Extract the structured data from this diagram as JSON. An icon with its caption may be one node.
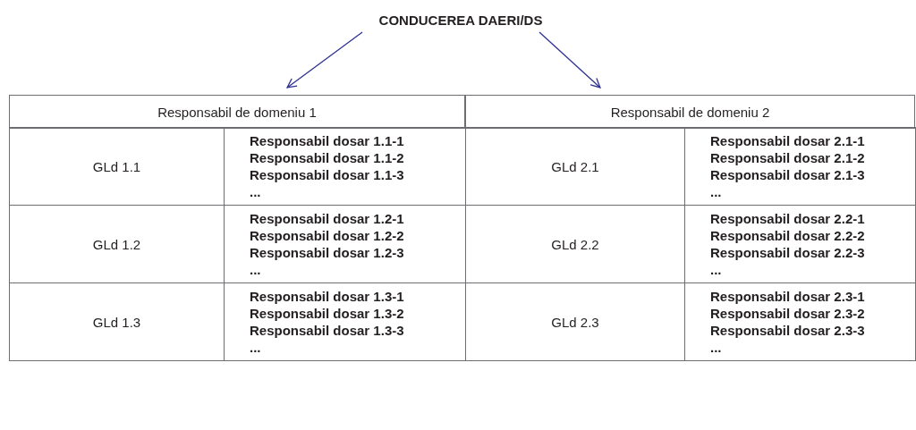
{
  "diagram": {
    "nodes": [
      {
        "text": [
          "CONDUCEREA DAERI/DS"
        ]
      },
      {
        "text": [
          "Responsabil de domeniu 1"
        ]
      },
      {
        "text": [
          "Responsabil de domeniu 2"
        ]
      },
      {
        "text": [
          "GLd 1.1"
        ]
      },
      {
        "text": [
          "Responsabil dosar 1.1-1",
          "Responsabil dosar 1.1-2",
          "Responsabil dosar 1.1-3",
          "..."
        ]
      },
      {
        "text": [
          "GLd 2.1"
        ]
      },
      {
        "text": [
          "Responsabil dosar 2.1-1",
          "Responsabil dosar 2.1-2",
          "Responsabil dosar 2.1-3",
          "..."
        ]
      },
      {
        "text": [
          "GLd 1.2"
        ]
      },
      {
        "text": [
          "Responsabil dosar 1.2-1",
          "Responsabil dosar 1.2-2",
          "Responsabil dosar 1.2-3",
          "..."
        ]
      },
      {
        "text": [
          "GLd 2.2"
        ]
      },
      {
        "text": [
          "Responsabil dosar 2.2-1",
          "Responsabil dosar 2.2-2",
          "Responsabil dosar 2.2-3",
          "..."
        ]
      },
      {
        "text": [
          "GLd 1.3"
        ]
      },
      {
        "text": [
          "Responsabil dosar 1.3-1",
          "Responsabil dosar 1.3-2",
          "Responsabil dosar 1.3-3",
          "..."
        ]
      },
      {
        "text": [
          "GLd 2.3"
        ]
      },
      {
        "text": [
          "Responsabil dosar 2.3-1",
          "Responsabil dosar 2.3-2",
          "Responsabil dosar 2.3-3",
          "..."
        ]
      }
    ],
    "edges": [
      {
        "from": 0,
        "to": 1,
        "arrow": "to"
      },
      {
        "from": 0,
        "to": 2,
        "arrow": "to"
      }
    ]
  }
}
